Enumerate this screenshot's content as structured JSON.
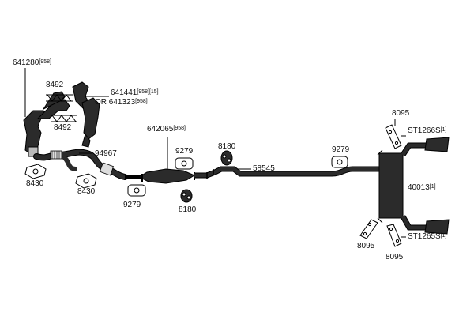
{
  "diagram": {
    "parts": {
      "manifold_left": {
        "number": "641280",
        "note": "[958]"
      },
      "gasket_upper": {
        "number": "8492"
      },
      "manifold_right": {
        "number": "641441",
        "note": "[958][15]",
        "alt_prefix": "OR",
        "alt_number": "641323",
        "alt_note": "[958]"
      },
      "gasket_lower": {
        "number": "8492"
      },
      "flex_pipe": {
        "number": "94967"
      },
      "gasket_left": {
        "number": "8430"
      },
      "gasket_mid": {
        "number": "8430"
      },
      "converter": {
        "number": "642065",
        "note": "[958]"
      },
      "clamp_left": {
        "number": "9279"
      },
      "clamp_center": {
        "number": "9279"
      },
      "hanger_upper": {
        "number": "8180"
      },
      "hanger_lower": {
        "number": "8180"
      },
      "pipe": {
        "number": "58545"
      },
      "clamp_right": {
        "number": "9279"
      },
      "bracket_top": {
        "number": "8095"
      },
      "tip_upper": {
        "number": "ST1266S",
        "note": "[1]"
      },
      "muffler": {
        "number": "40013",
        "note": "[1]"
      },
      "bracket_bottom_left": {
        "number": "8095"
      },
      "tip_lower": {
        "number": "ST1265S",
        "note": "[1]"
      },
      "bracket_bottom": {
        "number": "8095"
      }
    },
    "colors": {
      "part": "#2a2a2a",
      "outline": "#000000",
      "text": "#111111"
    }
  }
}
